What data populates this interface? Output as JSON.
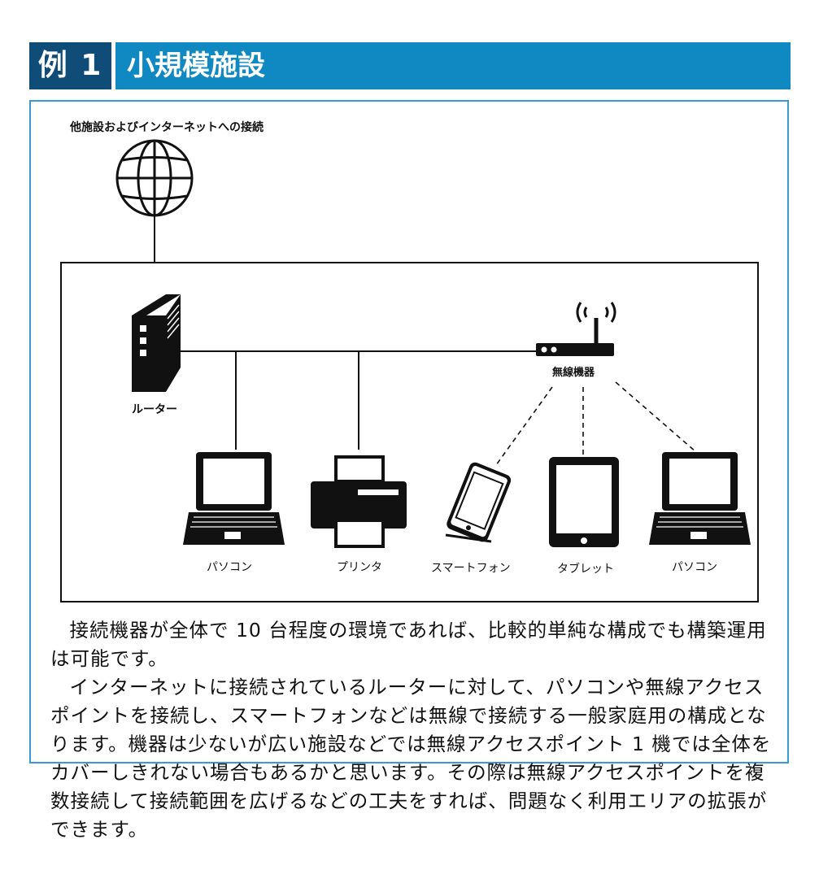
{
  "header": {
    "number": "例 1",
    "title": "小規模施設"
  },
  "diagram": {
    "internet_label": "他施設およびインターネットへの接続",
    "router_label": "ルーター",
    "wireless_label": "無線機器",
    "devices": [
      {
        "label": "パソコン",
        "icon": "laptop-icon"
      },
      {
        "label": "プリンタ",
        "icon": "printer-icon"
      },
      {
        "label": "スマートフォン",
        "icon": "smartphone-icon"
      },
      {
        "label": "タブレット",
        "icon": "tablet-icon"
      },
      {
        "label": "パソコン",
        "icon": "laptop-icon"
      }
    ]
  },
  "body": {
    "paragraphs": [
      "接続機器が全体で 10 台程度の環境であれば、比較的単純な構成でも構築運用は可能です。",
      "インターネットに接続されているルーターに対して、パソコンや無線アクセスポイントを接続し、スマートフォンなどは無線で接続する一般家庭用の構成となります。機器は少ないが広い施設などでは無線アクセスポイント 1 機では全体をカバーしきれない場合もあるかと思います。その際は無線アクセスポイントを複数接続して接続範囲を広げるなどの工夫をすれば、問題なく利用エリアの拡張ができます。"
    ]
  },
  "colors": {
    "header_dark": "#0f4d78",
    "header_light": "#1088c2",
    "border": "#3a9ad2"
  }
}
